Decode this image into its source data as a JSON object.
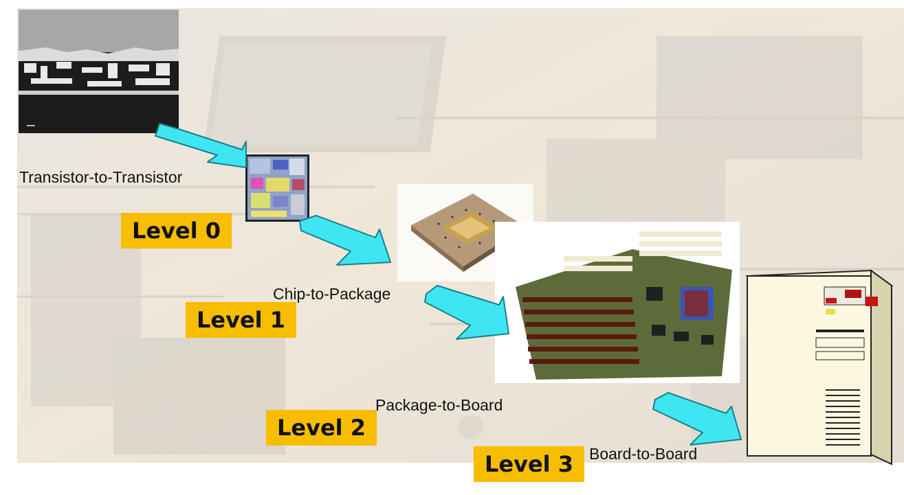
{
  "stages": [
    {
      "id": "transistor",
      "caption": "Transistor-to-Transistor",
      "level": "Level 0"
    },
    {
      "id": "chip",
      "caption": "Chip-to-Package",
      "level": "Level 1"
    },
    {
      "id": "package",
      "caption": "Package-to-Board",
      "level": "Level 2"
    },
    {
      "id": "board",
      "caption": "Board-to-Board",
      "level": "Level 3"
    }
  ],
  "colors": {
    "arrow_fill": "#3fe6f2",
    "arrow_edge": "#17808c",
    "badge": "#f7bd00",
    "background": "#ece6db"
  }
}
